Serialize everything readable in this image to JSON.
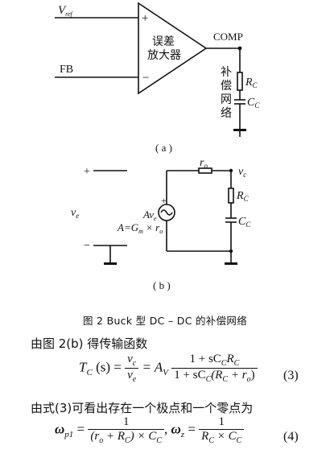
{
  "figure_a": {
    "vref_label": "V",
    "vref_sub": "ref",
    "fb_label": "FB",
    "plus_sign": "+",
    "minus_sign": "−",
    "amp_line1": "误差",
    "amp_line2": "放大器",
    "comp_label": "COMP",
    "network_label": [
      "补",
      "偿",
      "网",
      "络"
    ],
    "rc_label": "R",
    "rc_sub": "C",
    "cc_label": "C",
    "cc_sub": "C",
    "panel_label": "( a )"
  },
  "figure_b": {
    "plus_sign": "+",
    "minus_sign": "−",
    "ve_label": "v",
    "ve_sub": "e",
    "ro_label": "r",
    "ro_sub": "o",
    "vc_label": "v",
    "vc_sub": "c",
    "rc_label": "R",
    "rc_sub": "C",
    "cc_label": "C",
    "cc_sub": "C",
    "source_label": "Av",
    "source_sub": "e",
    "source_plus": "+",
    "gain_eq": "A=G",
    "gain_sub_m": "m",
    "gain_times": " × r",
    "gain_sub_o": "o",
    "panel_label": "( b )"
  },
  "caption": "图 2   Buck 型 DC – DC 的补偿网络",
  "text_intro": "由图 2(b) 得传输函数",
  "eq3": {
    "lhs": "T",
    "lhs_sub": "C",
    "lhs_arg": "(s) =",
    "frac1_num": "v",
    "frac1_num_sub": "c",
    "frac1_den": "v",
    "frac1_den_sub": "e",
    "eq_A": "= A",
    "eq_A_sub": "V",
    "frac2_num": "1 + sC",
    "frac2_num_mid": "C",
    "frac2_num_R": "R",
    "frac2_num_end": "C",
    "frac2_den": "1 + sC",
    "frac2_den_mid": "C",
    "frac2_den_paren": "(R",
    "frac2_den_c": "C",
    "frac2_den_plus": " + r",
    "frac2_den_o": "o",
    "frac2_den_close": ")",
    "number": "(3)"
  },
  "text_after": "由式(3)可看出存在一个极点和一个零点为",
  "eq4": {
    "omega_p": "ω",
    "omega_p_sub": "p1",
    "eq_sign": "=",
    "p_num": "1",
    "p_den": "(r",
    "p_den_o": "o",
    "p_den_plus": " + R",
    "p_den_c": "C",
    "p_den_times": ") × C",
    "p_den_c2": "C",
    "comma": ",",
    "omega_z": "ω",
    "omega_z_sub": "z",
    "eq_sign2": "=",
    "z_num": "1",
    "z_den": "R",
    "z_den_c": "C",
    "z_den_times": " × C",
    "z_den_c2": "C",
    "number": "(4)"
  }
}
